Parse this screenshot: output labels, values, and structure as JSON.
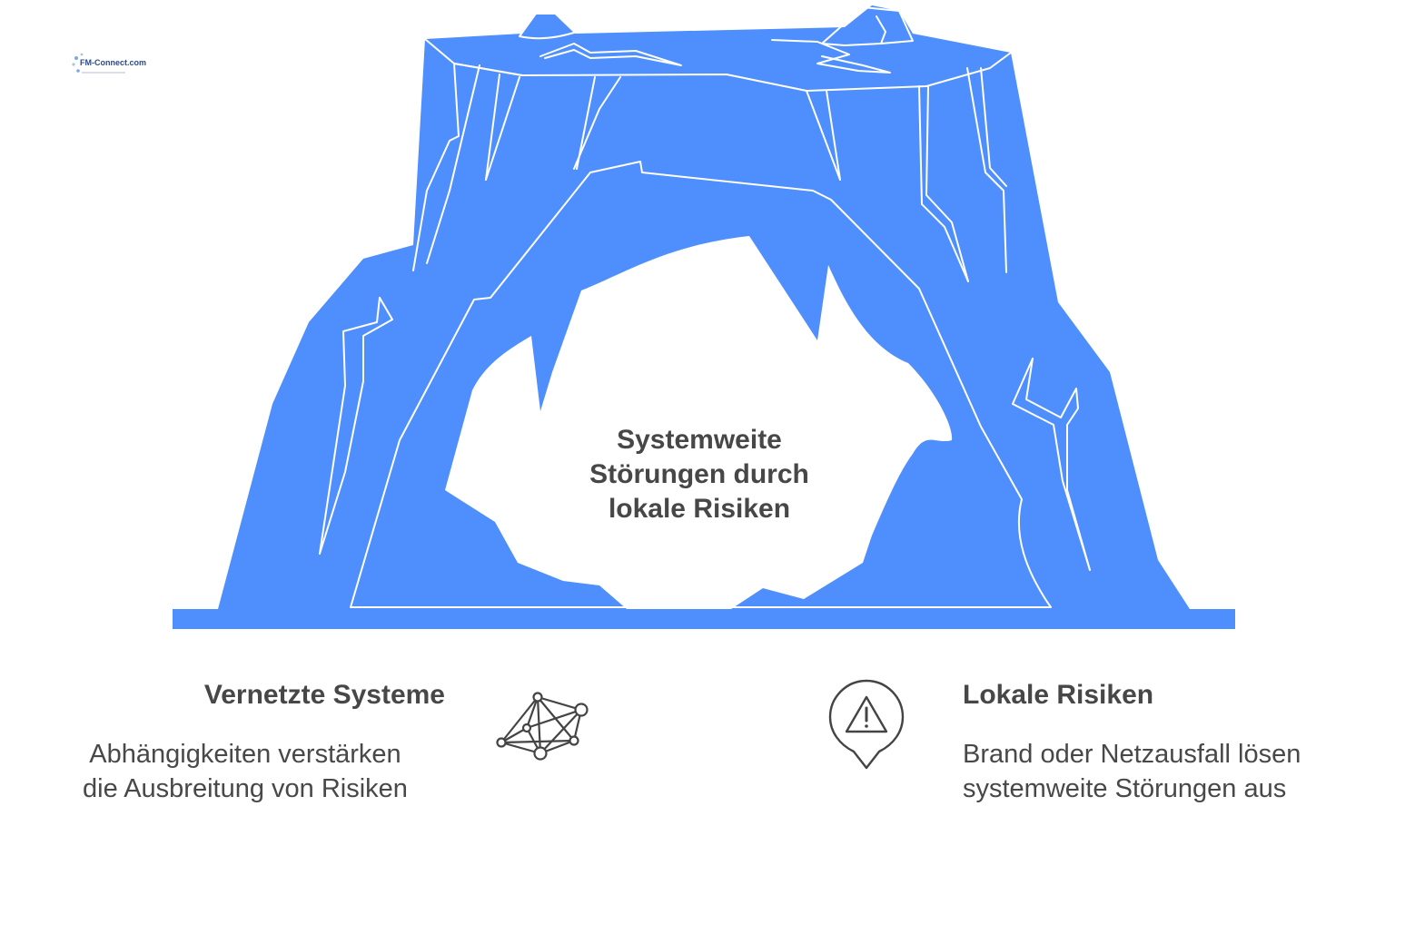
{
  "diagram": {
    "center_title": [
      "Systemweite",
      "Störungen durch",
      "lokale Risiken"
    ],
    "fill_color": "#4f8ffd",
    "line_color": "#ffffff"
  },
  "left": {
    "heading": "Vernetzte Systeme",
    "description": [
      "Abhängigkeiten verstärken",
      "die Ausbreitung von Risiken"
    ],
    "icon": "network-icon"
  },
  "right": {
    "heading": "Lokale Risiken",
    "description": [
      "Brand oder Netzausfall lösen",
      "systemweite Störungen aus"
    ],
    "icon": "warning-pin-icon"
  },
  "logo": {
    "text": "FM-Connect.com"
  }
}
